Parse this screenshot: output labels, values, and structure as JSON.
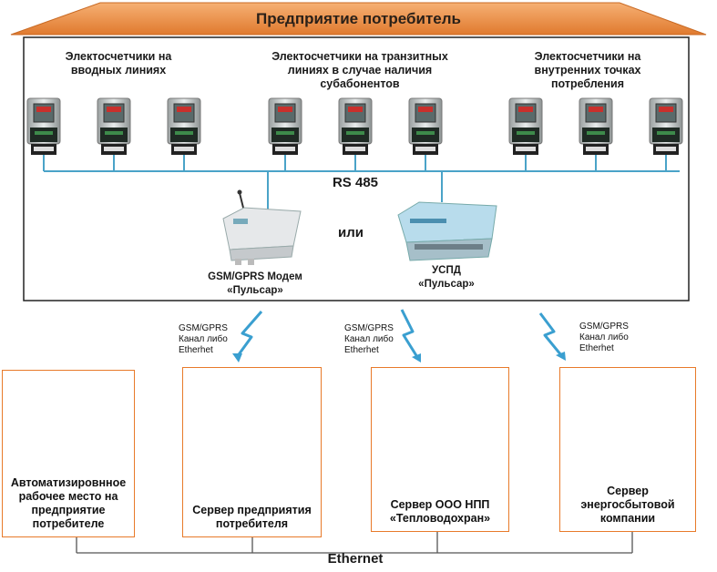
{
  "header": {
    "title": "Предприятие потребитель"
  },
  "groups": {
    "input_lines": "Электосчетчики на\nвводных линиях",
    "transit_lines": "Электосчетчики на транзитных\nлиниях в случае наличия\nсубабонентов",
    "internal_points": "Электосчетчики на\nвнутренних точках\nпотребления"
  },
  "bus": {
    "rs485": "RS 485",
    "or": "или"
  },
  "devices": {
    "modem": "GSM/GPRS Модем\n«Пульсар»",
    "uspd": "УСПД\n«Пульсар»"
  },
  "channel_label": "GSM/GPRS\nКанал либо\nEtherhet",
  "boxes": [
    {
      "label": "Автоматизировнное\nрабочее место на\nпредприятие\nпотребителе"
    },
    {
      "label": "Сервер предприятия\nпотребителя"
    },
    {
      "label": "Сервер ООО НПП\n«Тепловодохран»"
    },
    {
      "label": "Сервер\nэнергосбытовой\nкомпании"
    }
  ],
  "network": {
    "ethernet": "Ethernet"
  },
  "colors": {
    "roof": "#e8893c",
    "box_border": "#e87a2a",
    "bus_line": "#4aa3c8",
    "lightning": "#3a9fd0"
  }
}
